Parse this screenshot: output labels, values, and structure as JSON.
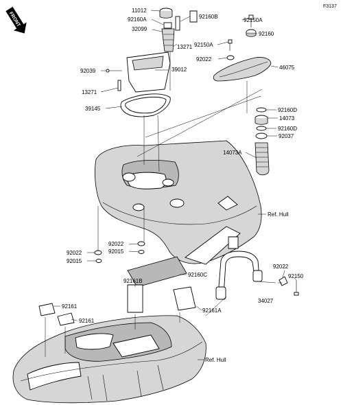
{
  "figure_code": "F3137",
  "front_label": "FRONT",
  "parts": {
    "p11012": "11012",
    "p92160A": "92160A",
    "p92160B": "92160B",
    "p32099": "32099",
    "p13271_top": "13271",
    "p92150A_top": "92150A",
    "p92160": "92160",
    "p92150A_mid": "92150A",
    "p92022_top": "92022",
    "p46075": "46075",
    "p92039": "92039",
    "p39012": "39012",
    "p13271_left": "13271",
    "p39145": "39145",
    "p92160D_1": "92160D",
    "p14073": "14073",
    "p92160D_2": "92160D",
    "p92037": "92037",
    "p14073A": "14073A",
    "ref_hull_1": "Ref. Hull",
    "p92022_left": "92022",
    "p92022_center": "92022",
    "p92015_center": "92015",
    "p92015_left": "92015",
    "p92160C": "92160C",
    "p92022_right": "92022",
    "p92150": "92150",
    "p34027": "34027",
    "p92161B": "92161B",
    "p92161A": "92161A",
    "p92161_1": "92161",
    "p92161_2": "92161",
    "ref_hull_2": "Ref. Hull"
  }
}
